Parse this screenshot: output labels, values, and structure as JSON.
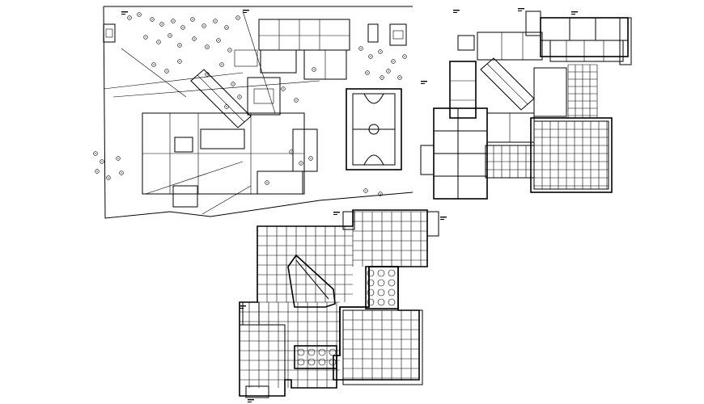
{
  "drawing": {
    "background_color": "#ffffff",
    "line_color": "#000000",
    "panels": [
      {
        "id": "site-plan",
        "kind": "site layout with landscaping and sports court"
      },
      {
        "id": "ground-floor-plan",
        "kind": "floor plan with room partitions"
      },
      {
        "id": "tiling-plan",
        "kind": "floor plan with tile grid"
      }
    ]
  }
}
